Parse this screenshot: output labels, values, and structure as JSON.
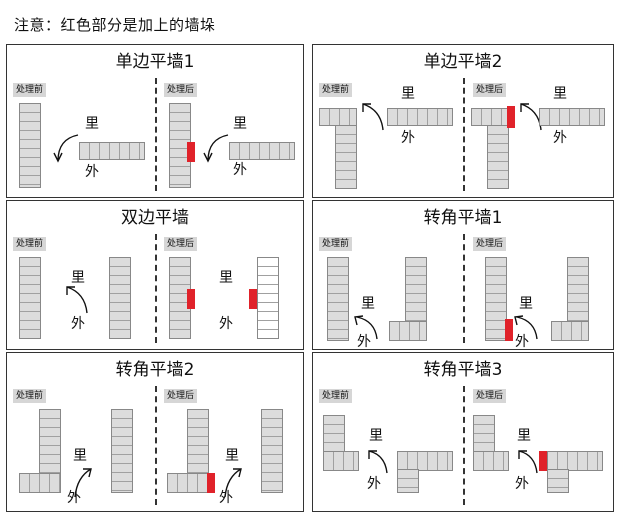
{
  "note": "注意：红色部分是加上的墙垛",
  "tags": {
    "before": "处理前",
    "after": "处理后"
  },
  "labels": {
    "inner": "里",
    "outer": "外"
  },
  "colors": {
    "added_pier": "#e0222a",
    "wall": "#dcdcdc",
    "tag": "#d6d6d6"
  },
  "panels": [
    {
      "title": "单边平墙1"
    },
    {
      "title": "单边平墙2"
    },
    {
      "title": "双边平墙"
    },
    {
      "title": "转角平墙1"
    },
    {
      "title": "转角平墙2"
    },
    {
      "title": "转角平墙3"
    }
  ]
}
